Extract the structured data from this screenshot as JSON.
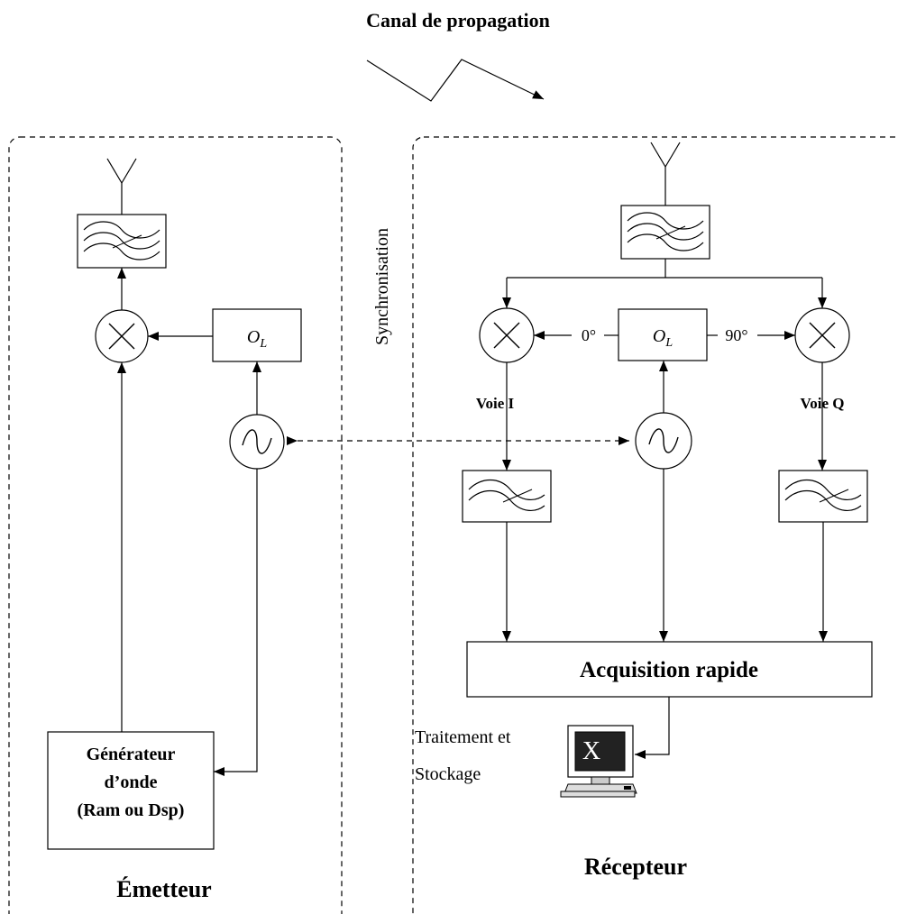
{
  "title": "Canal de propagation",
  "sync_label": "Synchronisation",
  "transmitter": {
    "label": "Émetteur",
    "lo_label": "O",
    "lo_sub": "L",
    "generator_lines": [
      "Générateur",
      "d’onde",
      "(Ram ou Dsp)"
    ]
  },
  "receiver": {
    "label": "Récepteur",
    "lo_label": "O",
    "lo_sub": "L",
    "phase_i": "0°",
    "phase_q": "90°",
    "channel_i": "Voie I",
    "channel_q": "Voie Q",
    "acquisition": "Acquisition rapide",
    "processing_lines": [
      "Traitement et",
      "Stockage"
    ]
  }
}
